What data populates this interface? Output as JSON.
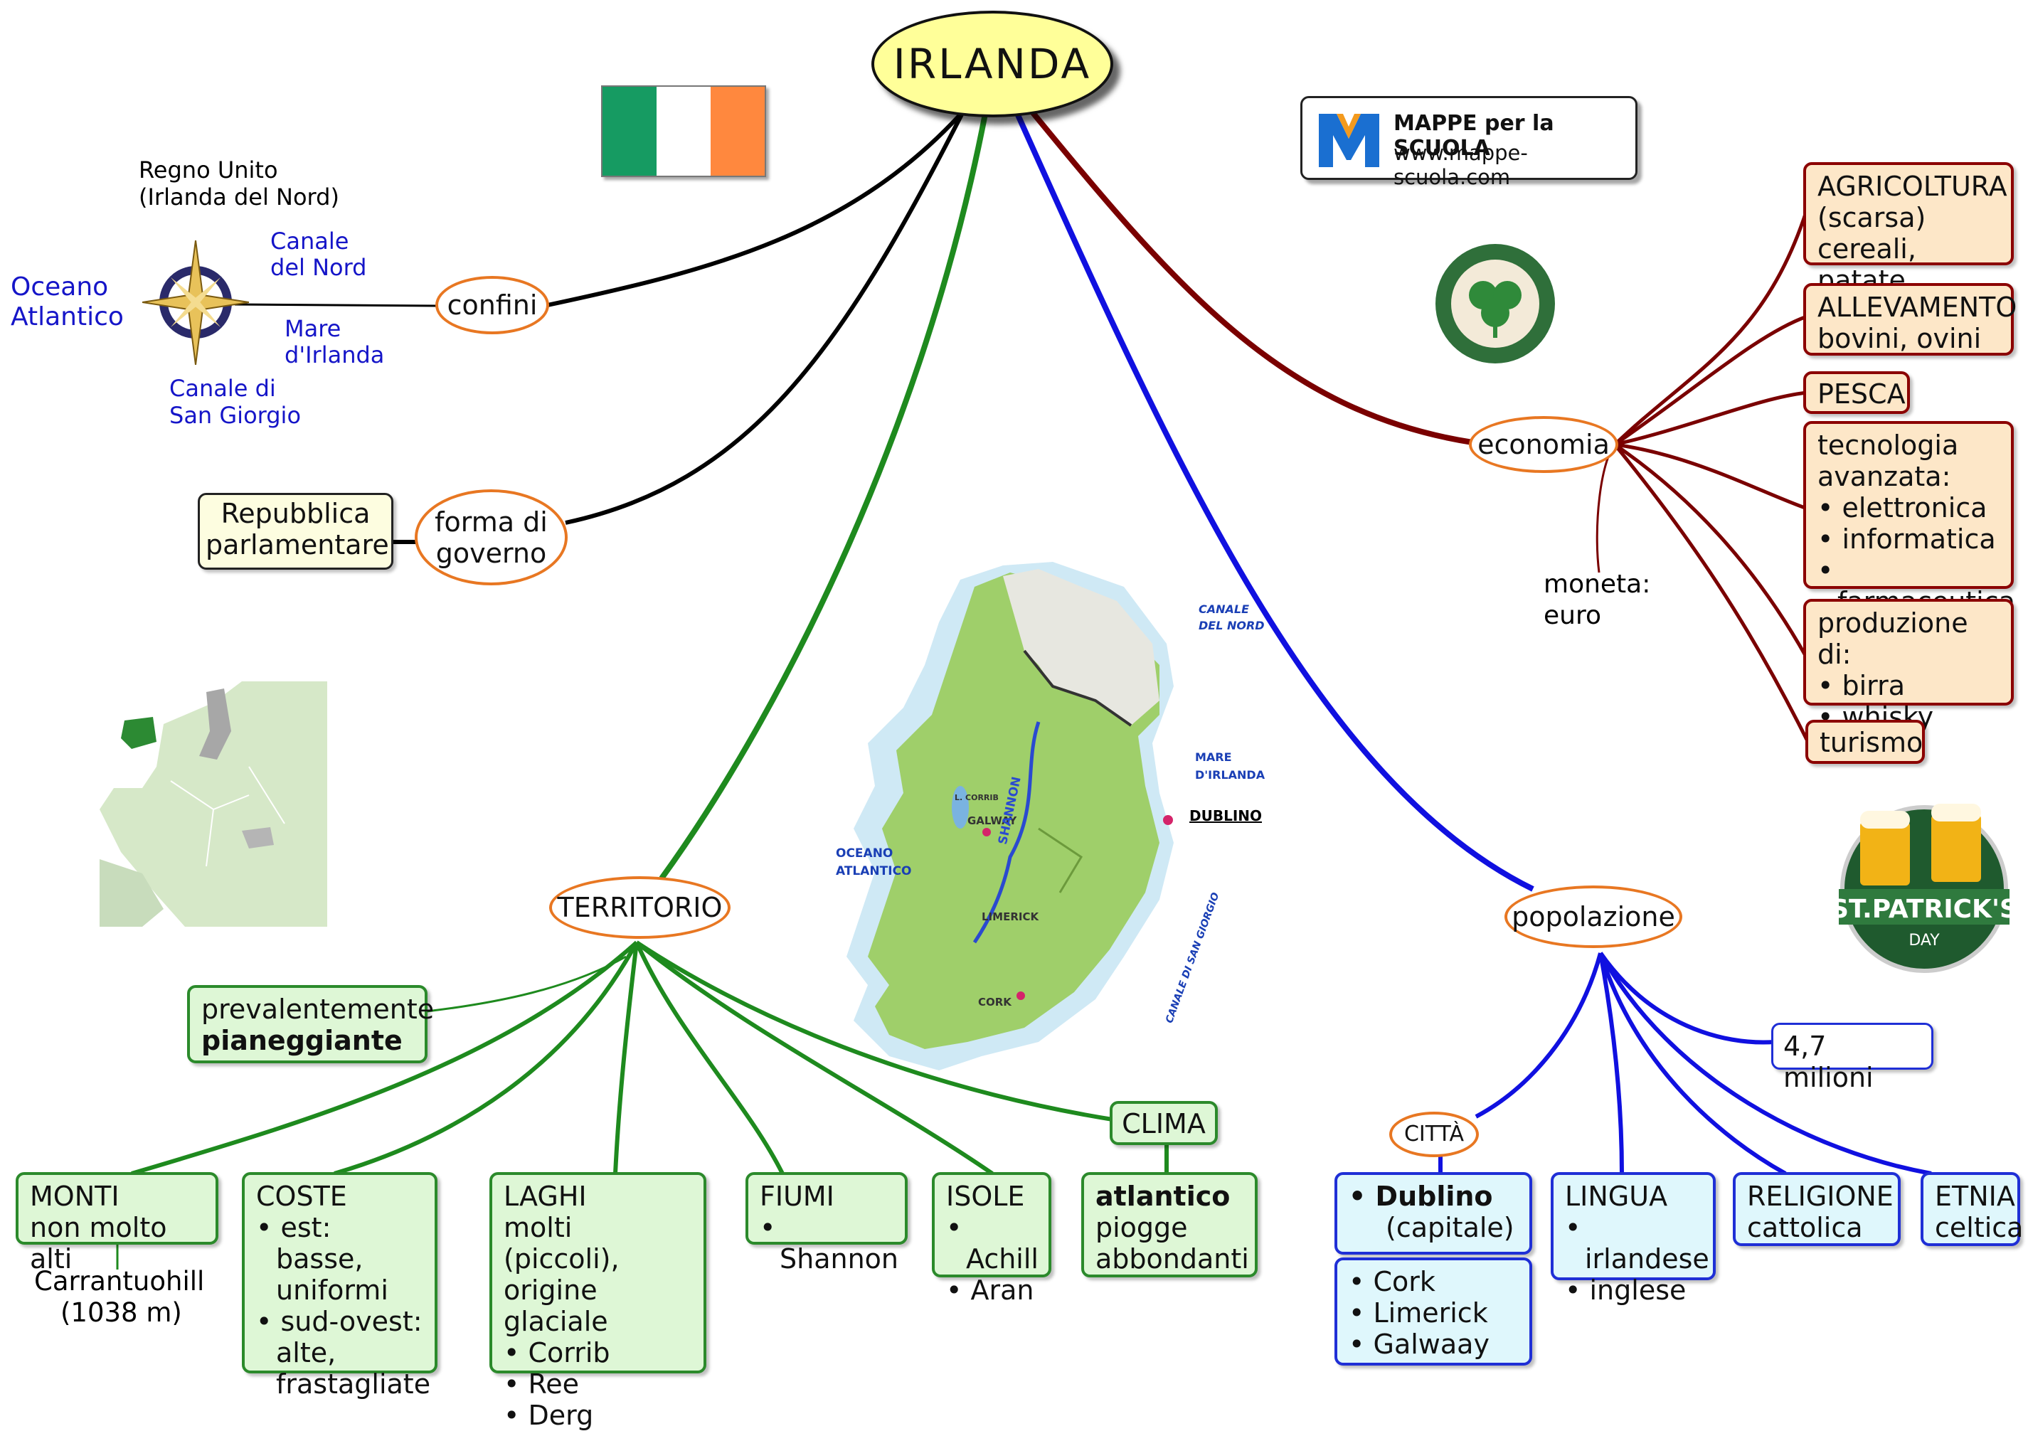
{
  "title": "IRLANDA",
  "brand": {
    "title": "MAPPE per la SCUOLA",
    "url": "www.mappe-scuola.com"
  },
  "confini": {
    "label": "confini",
    "north_line1": "Regno Unito",
    "north_line2": "(Irlanda del Nord)",
    "west_line1": "Oceano",
    "west_line2": "Atlantico",
    "ne_line1": "Canale",
    "ne_line2": "del Nord",
    "e_line1": "Mare",
    "e_line2": "d'Irlanda",
    "s_line1": "Canale di",
    "s_line2": "San Giorgio"
  },
  "governo": {
    "label_line1": "forma di",
    "label_line2": "governo",
    "value_line1": "Repubblica",
    "value_line2": "parlamentare"
  },
  "economia": {
    "label": "economia",
    "moneta_line1": "moneta:",
    "moneta_line2": "euro",
    "items": [
      {
        "lines": [
          "AGRICOLTURA",
          "(scarsa)",
          "cereali, patate"
        ]
      },
      {
        "lines": [
          "ALLEVAMENTO",
          "bovini, ovini"
        ]
      },
      {
        "lines": [
          "PESCA"
        ]
      },
      {
        "lines": [
          "tecnologia",
          "avanzata:"
        ],
        "bullets": [
          "elettronica",
          "informatica",
          "farmaceutica"
        ]
      },
      {
        "lines": [
          "produzione di:"
        ],
        "bullets": [
          "birra",
          "whisky"
        ]
      },
      {
        "lines": [
          "turismo"
        ]
      }
    ]
  },
  "territorio": {
    "label": "TERRITORIO",
    "pianura_line1": "prevalentemente",
    "pianura_line2": "pianeggiante",
    "monti": {
      "line1": "MONTI",
      "line2": "non molto alti",
      "peak_line1": "Carrantuohill",
      "peak_line2": "(1038 m)"
    },
    "coste": {
      "title": "COSTE",
      "b1_line1": "est: basse,",
      "b1_line2": "uniformi",
      "b2_line1": "sud-ovest:",
      "b2_line2": "alte,",
      "b2_line3": "frastagliate"
    },
    "laghi": {
      "title": "LAGHI",
      "line2": "molti (piccoli),",
      "line3": "origine glaciale",
      "bullets": [
        "Corrib",
        "Ree",
        "Derg"
      ]
    },
    "fiumi": {
      "title": "FIUMI",
      "bullets": [
        "Shannon"
      ]
    },
    "isole": {
      "title": "ISOLE",
      "bullets": [
        "Achill",
        "Aran"
      ]
    },
    "clima": {
      "label": "CLIMA",
      "line1": "atlantico",
      "line2": "piogge",
      "line3": "abbondanti"
    }
  },
  "map_labels": {
    "canale_nord_1": "CANALE",
    "canale_nord_2": "DEL NORD",
    "mare_1": "MARE",
    "mare_2": "D'IRLANDA",
    "oceano_1": "OCEANO",
    "oceano_2": "ATLANTICO",
    "dublino": "DUBLINO",
    "galway": "GALWAY",
    "corrib": "L. CORRIB",
    "shannon": "SHANNON",
    "limerick": "LIMERICK",
    "cork": "CORK",
    "sangiorgio": "CANALE DI SAN GIORGIO"
  },
  "popolazione": {
    "label": "popolazione",
    "count": "4,7 milioni",
    "citta": {
      "label": "CITTÀ",
      "capital": "Dublino",
      "capital_note": "(capitale)",
      "others": [
        "Cork",
        "Limerick",
        "Galwaay"
      ]
    },
    "lingua": {
      "title": "LINGUA",
      "bullets": [
        "irlandese",
        "inglese"
      ]
    },
    "religione": {
      "line1": "RELIGIONE",
      "line2": "cattolica"
    },
    "etnia": {
      "line1": "ETNIA",
      "line2": "celtica"
    }
  },
  "badges": {
    "stpatrick_line1": "ST.PATRICK'S",
    "stpatrick_line2": "DAY"
  },
  "colors": {
    "root_fill": "#ffff99",
    "territory_link": "#1e8a1e",
    "population_link": "#1010e0",
    "economy_link": "#7a0000",
    "node_border": "#e87722"
  }
}
